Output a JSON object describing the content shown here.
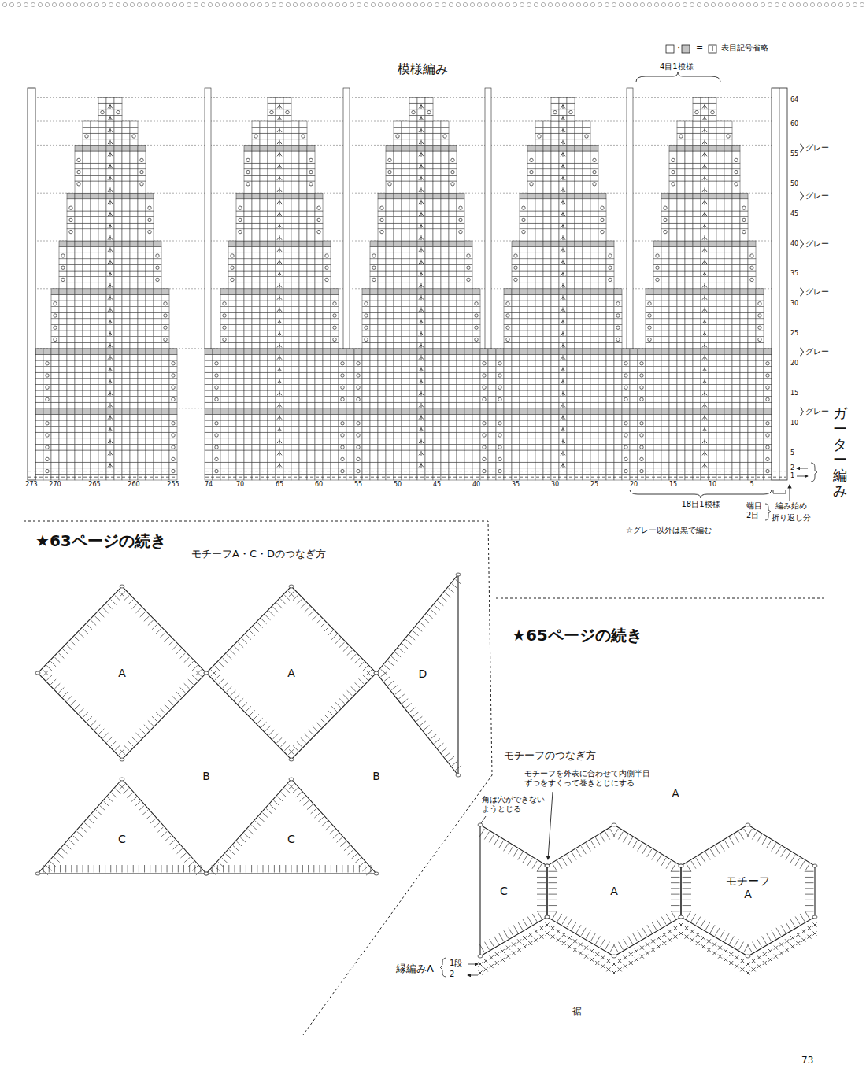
{
  "diagram": {
    "nodes": [
      {
        "text": [
          "A"
        ]
      },
      {
        "text": [
          "A"
        ]
      },
      {
        "text": [
          "D"
        ]
      },
      {
        "text": [
          "C"
        ]
      },
      {
        "text": [
          "C"
        ]
      },
      {
        "text": [
          "C"
        ]
      },
      {
        "text": [
          "A"
        ]
      },
      {
        "text": [
          "モチーフ A"
        ]
      }
    ],
    "labels": [
      "模様編み",
      "・",
      "=",
      "表目記号省略",
      "4目1模様",
      "64",
      "60",
      "55",
      "50",
      "45",
      "40",
      "35",
      "30",
      "25",
      "20",
      "15",
      "10",
      "5",
      "2",
      "1",
      "グレー",
      "グレー",
      "グレー",
      "グレー",
      "グレー",
      "グレー",
      "ガーター編み",
      "273",
      "270",
      "265",
      "260",
      "255",
      "74",
      "70",
      "65",
      "60",
      "55",
      "50",
      "45",
      "40",
      "35",
      "30",
      "25",
      "20",
      "15",
      "10",
      "5",
      "18目1模様",
      "端目 2目",
      "編み始め",
      "折り返し分",
      "☆グレー以外は黒で編む",
      "★63ページの続き",
      "モチーフA・C・Dのつなぎ方",
      "B",
      "B",
      "★65ページの続き",
      "モチーフのつなぎ方",
      "モチーフを外表に合わせて内側半目ずつをすくって巻きとじにする",
      "A",
      "角は穴ができないようとじる",
      "縁編みA",
      "1段",
      "2",
      "裾",
      "73"
    ]
  }
}
